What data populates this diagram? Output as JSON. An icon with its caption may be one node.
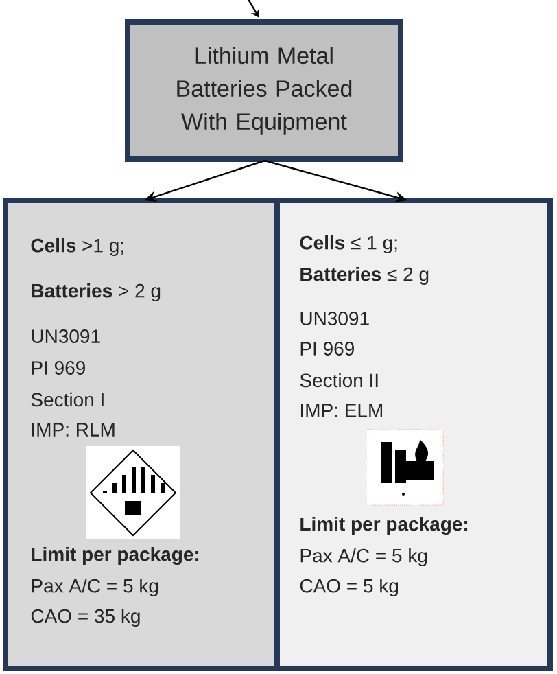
{
  "diagram": {
    "nodes": [
      {
        "text": [
          "Lithium Metal Batteries Packed With Equipment"
        ]
      },
      {
        "text": [
          "**Cells** >1 g;",
          "**Batteries** > 2 g",
          "UN3091",
          "PI 969",
          "Section I",
          "IMP: RLM",
          "Limit per package:",
          "Pax A/C = 5 kg",
          "CAO = 35 kg"
        ]
      },
      {
        "text": [
          "**Cells** ≤ 1 g;",
          "**Batteries** ≤ 2 g",
          "UN3091",
          "PI 969",
          "Section II",
          "IMP: ELM",
          "Limit per package:",
          "Pax A/C = 5 kg",
          "CAO = 5 kg"
        ]
      }
    ],
    "edges": [
      {
        "from": null,
        "to": 0,
        "arrow": "to"
      },
      {
        "from": 0,
        "to": 1,
        "arrow": "to"
      },
      {
        "from": 0,
        "to": 2,
        "arrow": "to"
      }
    ]
  }
}
